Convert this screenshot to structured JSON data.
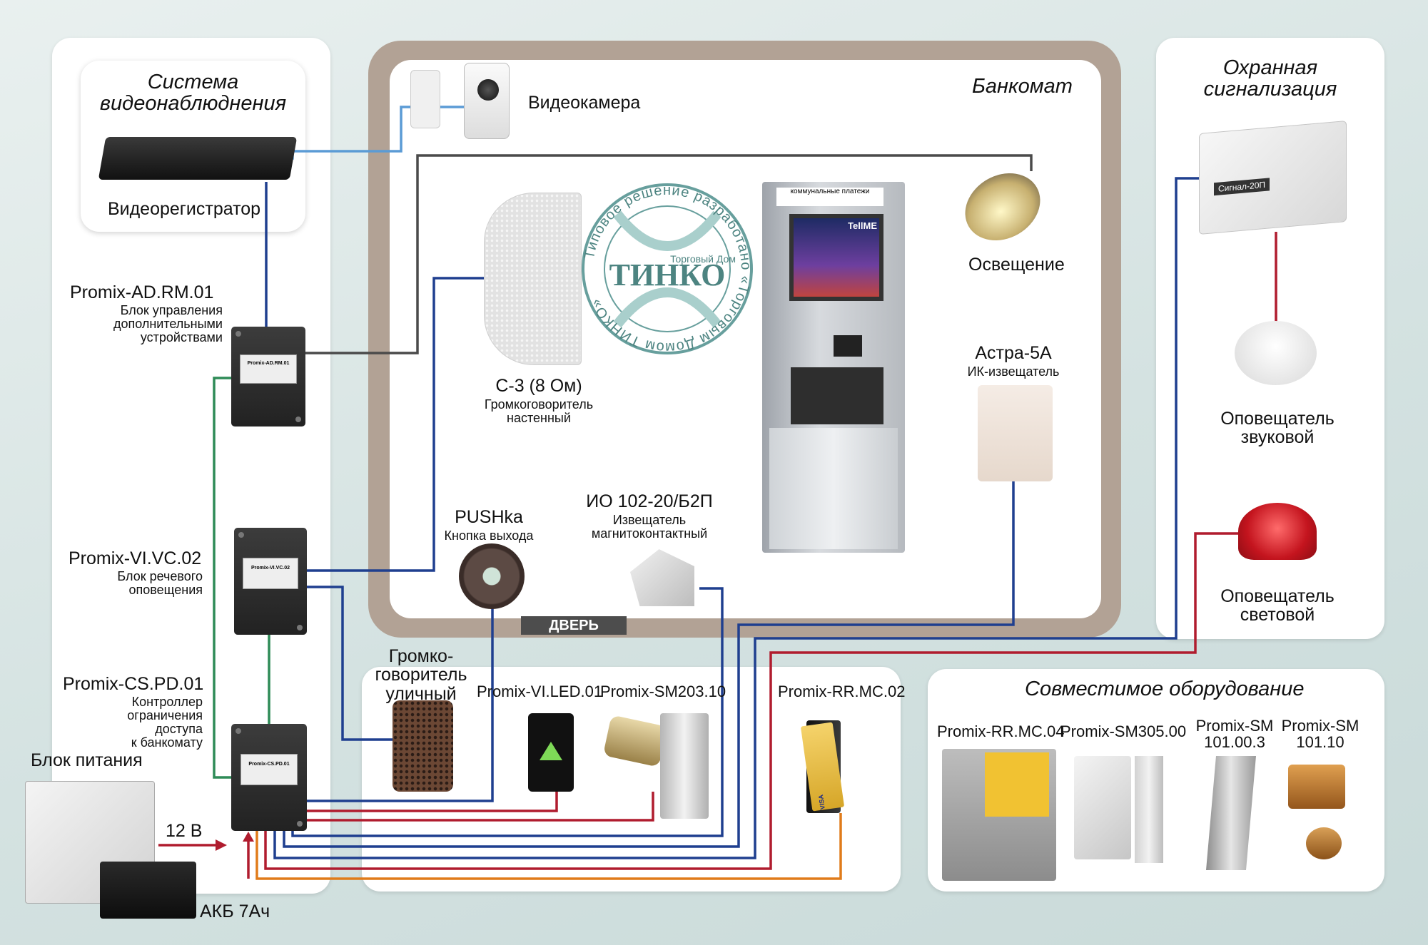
{
  "sections": {
    "video": {
      "title_line1": "Система",
      "title_line2": "видеонаблюднения",
      "recorder": "Видеорегистратор"
    },
    "atm": {
      "title": "Банкомат",
      "camera": "Видеокамера",
      "lighting": "Освещение",
      "door": "ДВЕРЬ"
    },
    "alarm": {
      "title_line1": "Охранная",
      "title_line2": "сигнализация",
      "device": "Сигнал-20П",
      "siren_line1": "Оповещатель",
      "siren_line2": "звуковой",
      "strobe_line1": "Оповещатель",
      "strobe_line2": "световой"
    },
    "compatible": {
      "title": "Совместимое оборудование"
    }
  },
  "watermark": {
    "ring_text": "Типовое решение разработано «Торговым Домом ТИНКО»",
    "small": "Торговый Дом",
    "brand": "ТИНКО"
  },
  "atm_screen": {
    "top": "коммунальные платежи",
    "logo": "TellME"
  },
  "devices": {
    "ad_rm": {
      "name": "Promix-AD.RM.01",
      "desc1": "Блок управления",
      "desc2": "дополнительными",
      "desc3": "устройствами",
      "plate": "Promix-AD.RM.01"
    },
    "vi_vc": {
      "name": "Promix-VI.VC.02",
      "desc1": "Блок речевого",
      "desc2": "оповещения",
      "plate": "Promix-VI.VC.02"
    },
    "cs_pd": {
      "name": "Promix-CS.PD.01",
      "desc1": "Контроллер",
      "desc2": "ограничения",
      "desc3": "доступа",
      "desc4": "к банкомату",
      "plate": "Promix-CS.PD.01"
    },
    "power": {
      "name": "Блок питания",
      "voltage": "12 В",
      "battery": "АКБ 7Ач"
    },
    "speaker": {
      "name": "С-3 (8 Ом)",
      "desc1": "Громкоговоритель",
      "desc2": "настенный"
    },
    "pushka": {
      "name": "PUSHka",
      "desc": "Кнопка выхода"
    },
    "io102": {
      "name": "ИО 102-20/Б2П",
      "desc1": "Извещатель",
      "desc2": "магнитоконтактный"
    },
    "astra": {
      "name": "Астра-5А",
      "desc": "ИК-извещатель"
    },
    "street_speaker": {
      "line1": "Громко-",
      "line2": "говоритель",
      "line3": "уличный"
    },
    "led": {
      "name": "Promix-VI.LED.01"
    },
    "sm203": {
      "name": "Promix-SM203.10"
    },
    "rr_mc02": {
      "name": "Promix-RR.MC.02",
      "card": "VISA"
    },
    "rr_mc04": {
      "name": "Promix-RR.MC.04"
    },
    "sm305": {
      "name": "Promix-SM305.00"
    },
    "sm101_00": {
      "line1": "Promix-SM",
      "line2": "101.00.3"
    },
    "sm101_10": {
      "line1": "Promix-SM",
      "line2": "101.10"
    }
  },
  "colors": {
    "blue": "#1f3f8f",
    "light_blue": "#5b9bd5",
    "gray": "#4a4a4a",
    "green": "#2e8b57",
    "red": "#b01c2e",
    "orange": "#e07b1a",
    "atm_frame": "#b2a295"
  }
}
